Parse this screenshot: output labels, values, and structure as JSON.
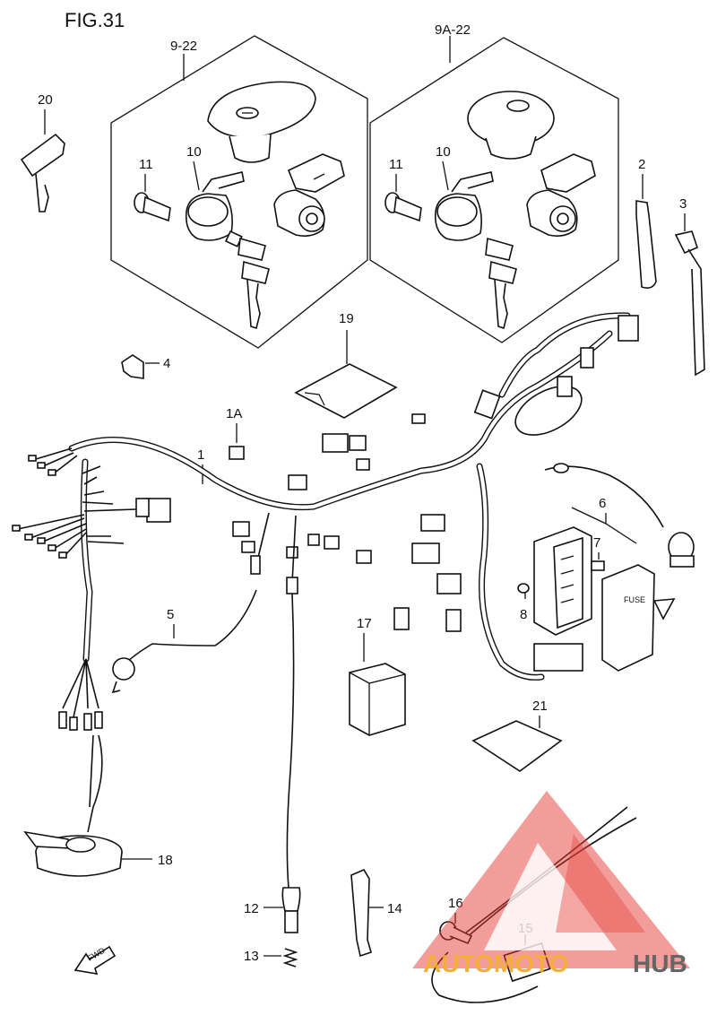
{
  "figure": {
    "title": "FIG.31"
  },
  "groups": {
    "left_box_ref": "9-22",
    "right_box_ref": "9A-22"
  },
  "callouts": {
    "p1": "1",
    "p1a": "1A",
    "p2": "2",
    "p3": "3",
    "p4": "4",
    "p5": "5",
    "p6": "6",
    "p7": "7",
    "p8": "8",
    "p10a": "10",
    "p10b": "10",
    "p11a": "11",
    "p11b": "11",
    "p12": "12",
    "p13": "13",
    "p14": "14",
    "p15": "15",
    "p16": "16",
    "p17": "17",
    "p18": "18",
    "p19": "19",
    "p20": "20",
    "p21": "21"
  },
  "labels": {
    "fuse_cover": "FUSE",
    "fwd_arrow": "FWD"
  },
  "watermark": {
    "text_left": "AUTOMOTO",
    "text_right": "HUB",
    "color_orange": "#f5a623",
    "color_red": "#e53935",
    "color_gray": "#555555"
  }
}
